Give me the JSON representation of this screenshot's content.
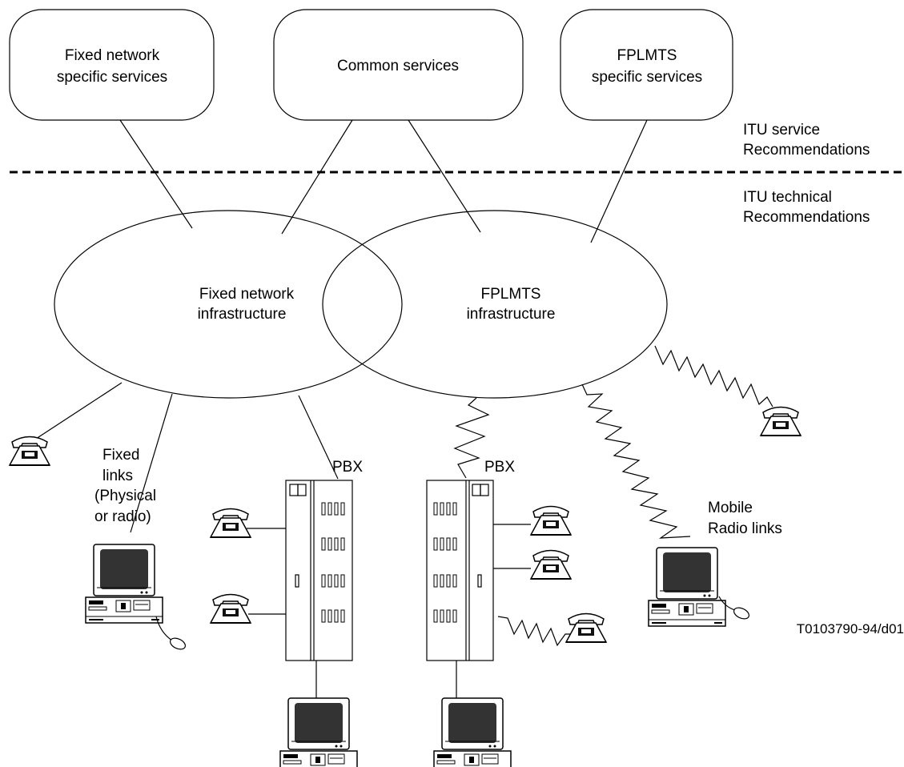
{
  "services": {
    "fixed": [
      "Fixed network",
      "specific services"
    ],
    "common": [
      "Common services"
    ],
    "fplmts": [
      "FPLMTS",
      "specific services"
    ]
  },
  "layers": {
    "service": [
      "ITU service",
      "Recommendations"
    ],
    "technical": [
      "ITU technical",
      "Recommendations"
    ]
  },
  "infrastructures": {
    "fixed": [
      "Fixed network",
      "infrastructure"
    ],
    "fplmts": [
      "FPLMTS",
      "infrastructure"
    ]
  },
  "labels": {
    "fixed_links": [
      "Fixed",
      "links",
      "(Physical",
      "or radio)"
    ],
    "pbx_left": "PBX",
    "pbx_right": "PBX",
    "mobile_links": [
      "Mobile",
      "Radio links"
    ],
    "figure_id": "T0103790-94/d01"
  },
  "icons": {
    "telephone": "telephone-icon",
    "computer": "computer-icon",
    "pbx": "pbx-cabinet-icon"
  },
  "colors": {
    "line": "#000000",
    "background": "#ffffff",
    "screen": "#333333"
  }
}
